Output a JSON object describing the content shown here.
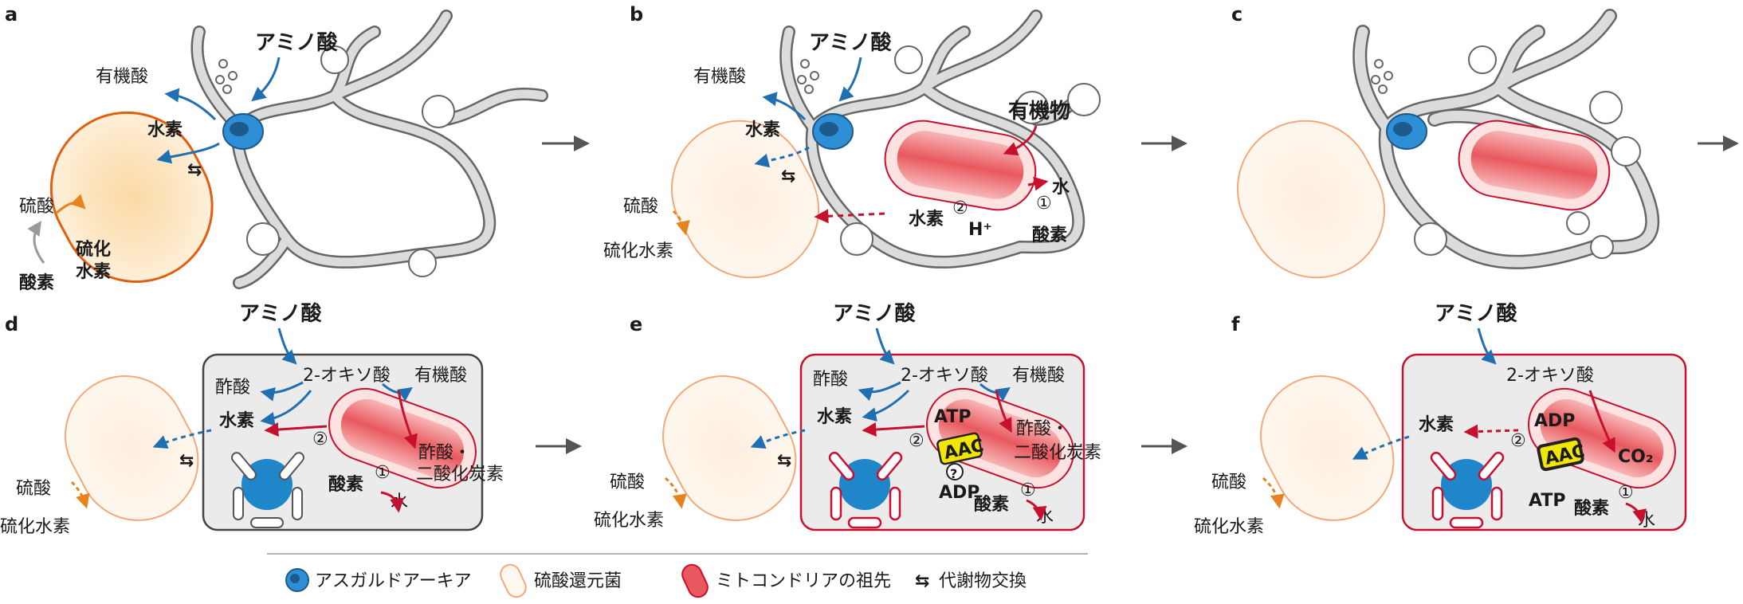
{
  "panels": {
    "a": {
      "letter": "a",
      "amino": "アミノ酸",
      "organic_acid": "有機酸",
      "hydrogen": "水素",
      "sulfate": "硫酸",
      "h2s_line1": "硫化",
      "h2s_line2": "水素",
      "oxygen": "酸素"
    },
    "b": {
      "letter": "b",
      "amino": "アミノ酸",
      "organic_acid": "有機酸",
      "hydrogen": "水素",
      "organic_matter": "有機物",
      "water": "水",
      "hydrogen2": "水素",
      "proton": "H⁺",
      "oxygen": "酸素",
      "sulfate": "硫酸",
      "h2s": "硫化水素",
      "circle1": "①",
      "circle2": "②"
    },
    "c": {
      "letter": "c"
    },
    "d": {
      "letter": "d",
      "amino": "アミノ酸",
      "oxo": "2-オキソ酸",
      "acetate": "酢酸",
      "organic_acid": "有機酸",
      "hydrogen": "水素",
      "acetate2": "酢酸・",
      "co2": "二酸化炭素",
      "oxygen": "酸素",
      "water": "水",
      "sulfate": "硫酸",
      "h2s": "硫化水素",
      "circle1": "①",
      "circle2": "②"
    },
    "e": {
      "letter": "e",
      "amino": "アミノ酸",
      "oxo": "2-オキソ酸",
      "acetate": "酢酸",
      "organic_acid": "有機酸",
      "hydrogen": "水素",
      "atp": "ATP",
      "aac": "AAC",
      "question": "?",
      "adp": "ADP",
      "acetate2": "酢酸・",
      "co2": "二酸化炭素",
      "oxygen": "酸素",
      "water": "水",
      "sulfate": "硫酸",
      "h2s": "硫化水素",
      "circle1": "①",
      "circle2": "②"
    },
    "f": {
      "letter": "f",
      "amino": "アミノ酸",
      "oxo": "2-オキソ酸",
      "hydrogen": "水素",
      "adp": "ADP",
      "aac": "AAC",
      "co2": "CO₂",
      "atp": "ATP",
      "oxygen": "酸素",
      "water": "水",
      "sulfate": "硫酸",
      "h2s": "硫化水素",
      "circle1": "①",
      "circle2": "②"
    }
  },
  "legend": {
    "asgard": "アスガルドアーキア",
    "srb": "硫酸還元菌",
    "mito": "ミトコンドリアの祖先",
    "exchange": "代謝物交換"
  },
  "colors": {
    "blue": "#1f6fb2",
    "red": "#c8102e",
    "orange": "#e8821e",
    "gray": "#c8c8c8",
    "dark": "#333333"
  }
}
